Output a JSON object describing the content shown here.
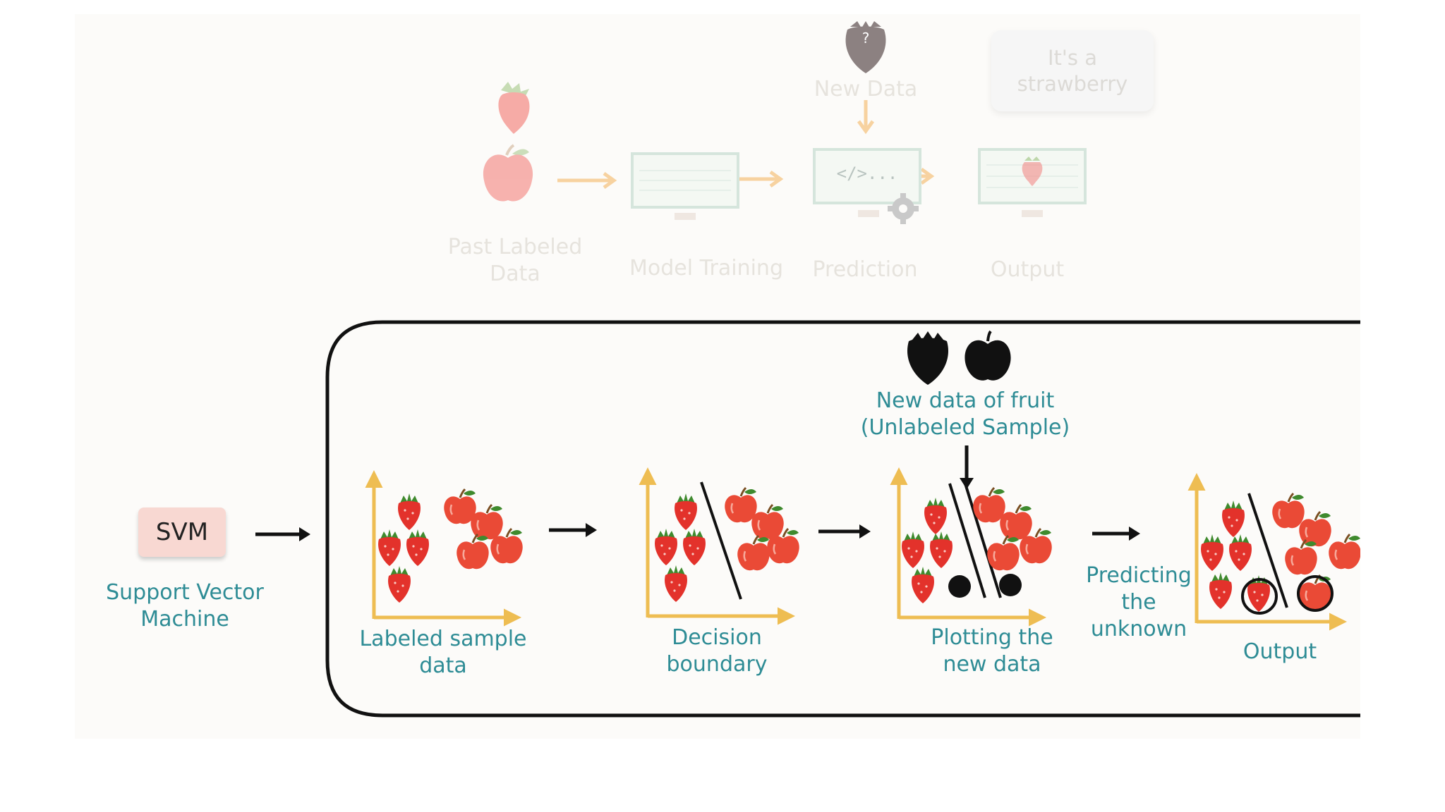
{
  "top_flow": {
    "stages": [
      {
        "label": "Past Labeled\nData"
      },
      {
        "label": "Model Training"
      },
      {
        "label": "Prediction"
      },
      {
        "label": "Output"
      }
    ],
    "new_data_label": "New Data",
    "unknown_mark": "?",
    "code_symbol": "</>...",
    "speech_bubble": "It's a\nstrawberry"
  },
  "svm": {
    "box_label": "SVM",
    "caption": "Support Vector\nMachine"
  },
  "panel": {
    "new_data_label": "New data of fruit\n(Unlabeled Sample)",
    "steps": [
      {
        "label": "Labeled sample\ndata"
      },
      {
        "label": "Decision\nboundary"
      },
      {
        "label": "Plotting the\nnew data"
      },
      {
        "label": "Output"
      }
    ],
    "predict_label": "Predicting\nthe\nunknown"
  },
  "colors": {
    "teal_text": "#2e8c95",
    "axis": "#eebd52",
    "strawberry": "#e3322b",
    "apple": "#ea4a36",
    "leaf": "#3f8a2e",
    "faded_text": "#e6e3dd",
    "svm_box": "#f8d8d2"
  }
}
